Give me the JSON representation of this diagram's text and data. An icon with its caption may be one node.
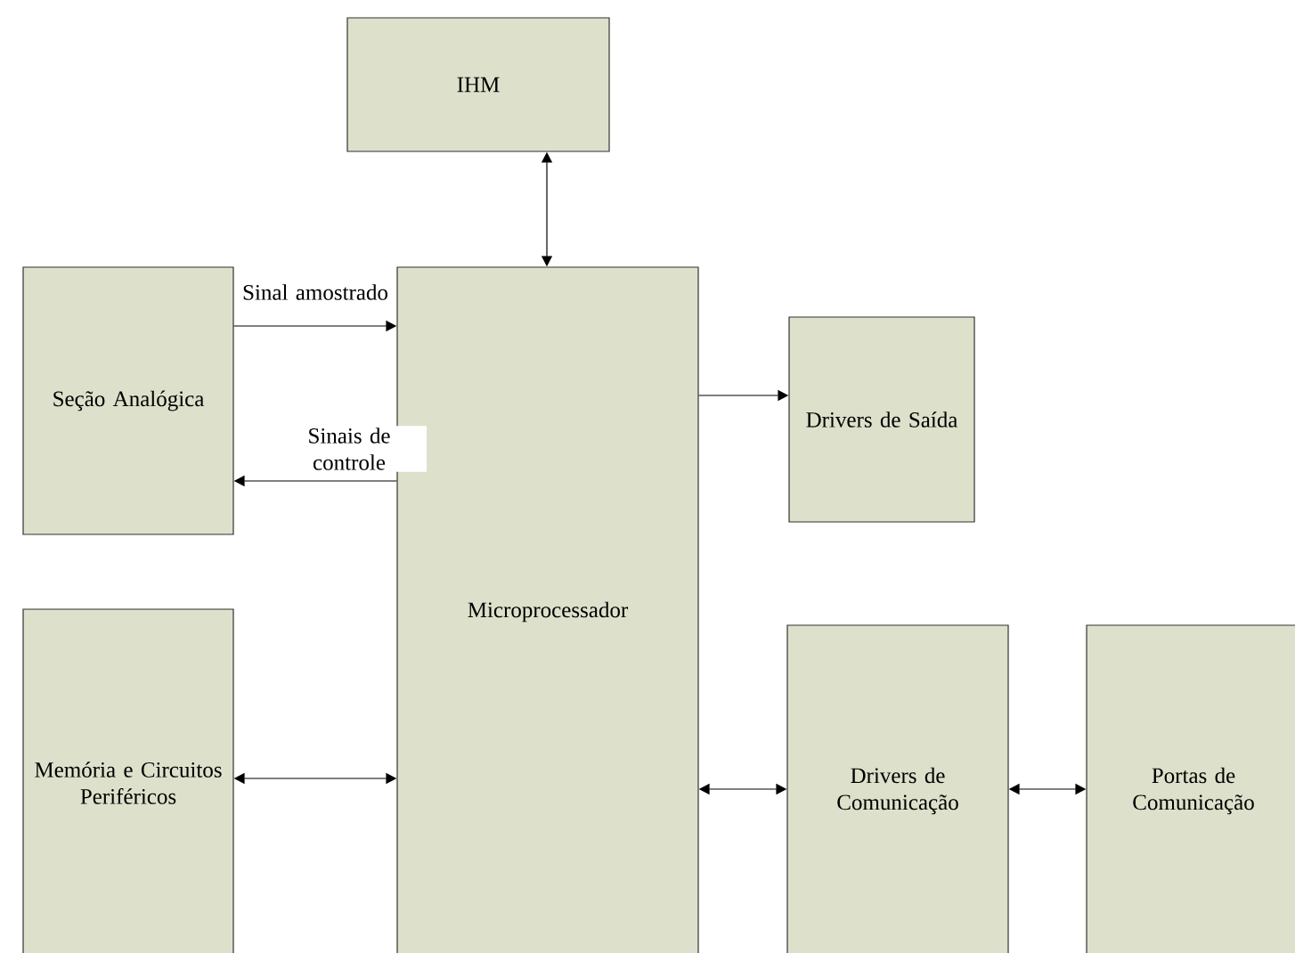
{
  "diagram": {
    "nodes": [
      {
        "text": [
          "IHM"
        ]
      },
      {
        "text": [
          "Seção Analógica"
        ]
      },
      {
        "text": [
          "Microprocessador"
        ]
      },
      {
        "text": [
          "Drivers de Saída"
        ]
      },
      {
        "text": [
          "Memória e Circuitos Periféricos"
        ]
      },
      {
        "text": [
          "Drivers de Comunicação"
        ]
      },
      {
        "text": [
          "Portas de Comunicação"
        ]
      }
    ],
    "edges": [
      {
        "from": 0,
        "to": 2,
        "arrow": "both"
      },
      {
        "from": 1,
        "to": 2,
        "arrow": "to",
        "label": "Sinal amostrado"
      },
      {
        "from": 2,
        "to": 1,
        "arrow": "to",
        "label": "Sinais de controle"
      },
      {
        "from": 2,
        "to": 3,
        "arrow": "to"
      },
      {
        "from": 4,
        "to": 2,
        "arrow": "both"
      },
      {
        "from": 2,
        "to": 5,
        "arrow": "both"
      },
      {
        "from": 5,
        "to": 6,
        "arrow": "both"
      }
    ]
  }
}
